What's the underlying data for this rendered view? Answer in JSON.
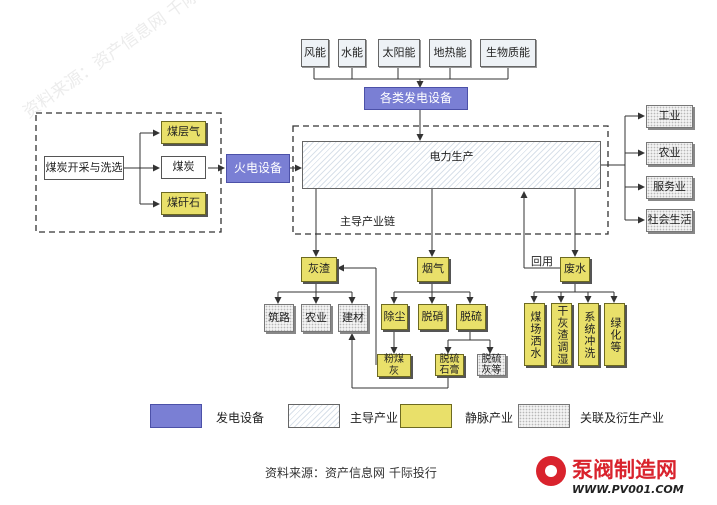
{
  "energy_sources": [
    "风能",
    "水能",
    "太阳能",
    "地热能",
    "生物质能"
  ],
  "generation_equipment": "各类发电设备",
  "thermal_equipment": "火电设备",
  "power_production": "电力生产",
  "main_chain_label": "主导产业链",
  "coal_chain": {
    "mining": "煤炭开采与洗选",
    "products": [
      "煤层气",
      "煤炭",
      "煤矸石"
    ]
  },
  "end_users": [
    "工业",
    "农业",
    "服务业",
    "社会生活"
  ],
  "ash": {
    "label": "灰渣",
    "uses": [
      "筑路",
      "农业",
      "建材"
    ]
  },
  "flue_gas": {
    "label": "烟气",
    "processes": [
      "除尘",
      "脱硝",
      "脱硫"
    ],
    "byproducts": [
      "粉煤灰",
      "脱硫石膏",
      "脱硫灰等"
    ]
  },
  "waste_water": {
    "label": "废水",
    "reuse_label": "回用",
    "uses": [
      "煤场洒水",
      "干灰渣调湿",
      "系统冲洗",
      "绿化等"
    ]
  },
  "legend": [
    "发电设备",
    "主导产业",
    "静脉产业",
    "关联及衍生产业"
  ],
  "source": "资料来源：资产信息网 千际投行",
  "logo": {
    "name": "泵阀制造网",
    "url": "WWW.PV001.COM"
  },
  "colors": {
    "equipment": "#7a7fd4",
    "vein_industry": "#e9e06a",
    "logo_red": "#d9232d"
  }
}
